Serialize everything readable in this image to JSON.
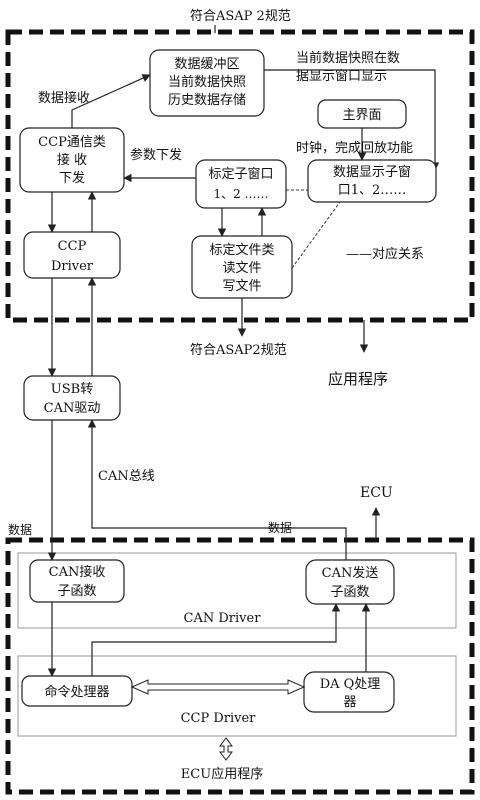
{
  "labels": {
    "asap_top": "符合ASAP 2规范",
    "asap_bottom": "符合ASAP2规范",
    "data_receive": "数据接收",
    "param_send": "参数下发",
    "snapshot_1": "当前数据快照在数",
    "snapshot_2": "据显示窗口显示",
    "clock_replay": "时钟，完成回放功能",
    "mapping": "——对应关系",
    "app_program": "应用程序",
    "can_bus": "CAN总线",
    "ecu": "ECU",
    "data_left": "数据",
    "data_right": "数据",
    "ecu_app": "ECU应用程序"
  },
  "boxes": {
    "buffer": [
      "数据缓冲区",
      "当前数据快照",
      "历史数据存储"
    ],
    "ccp_comm": [
      "CCP通信类",
      "接  收",
      "下发"
    ],
    "ccp_driver": [
      "CCP",
      "Driver"
    ],
    "calib_window": [
      "标定子窗口",
      "1、2 ……"
    ],
    "main_ui": [
      "主界面"
    ],
    "display_window": [
      "数据显示子窗",
      "口1、2……"
    ],
    "calib_file": [
      "标定文件类",
      "读文件",
      "写文件"
    ],
    "usb_can": [
      "USB转",
      "CAN驱动"
    ],
    "can_recv": [
      "CAN接收",
      "子函数"
    ],
    "can_send": [
      "CAN发送",
      "子函数"
    ],
    "cmd_proc": [
      "命令处理器"
    ],
    "daq_proc": [
      "DA Q处理",
      "器"
    ]
  },
  "regions": {
    "can_driver": "CAN Driver",
    "ccp_driver_region": "CCP Driver"
  }
}
